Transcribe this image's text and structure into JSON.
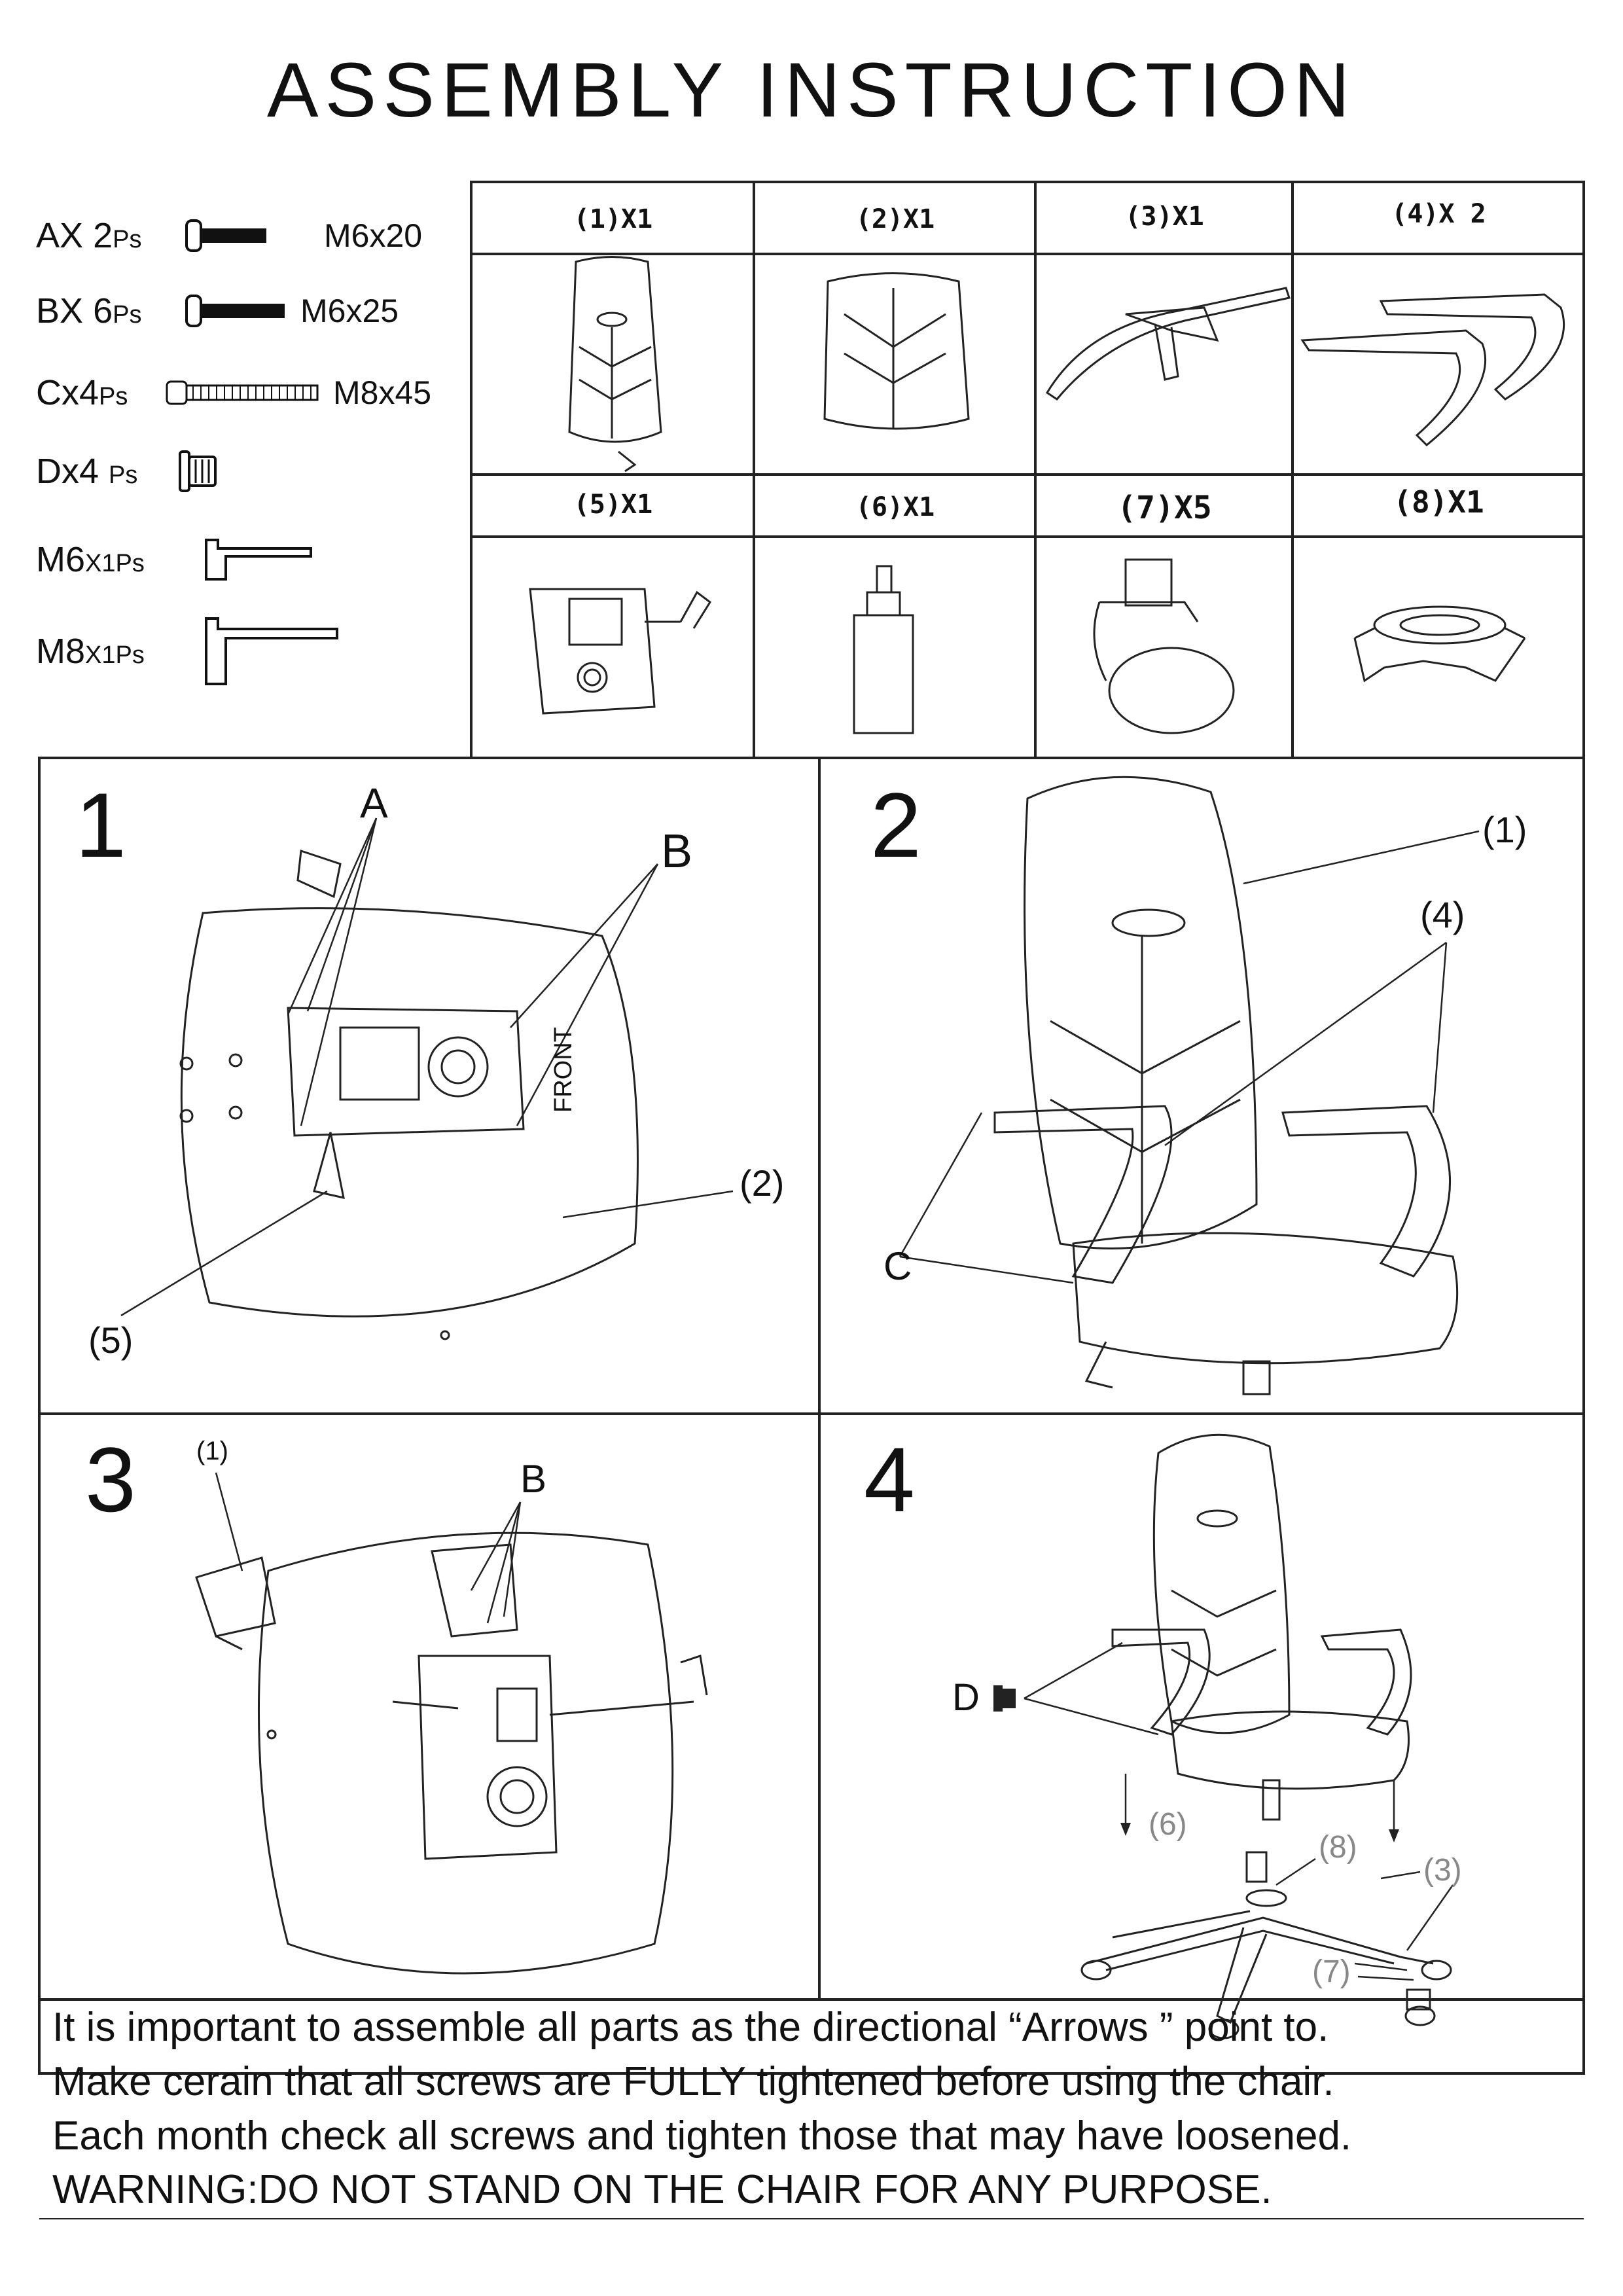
{
  "title": "ASSEMBLY    INSTRUCTION",
  "hardware": [
    {
      "letter": "AX",
      "qty": "2",
      "unit": "Ps",
      "size": "M6x20"
    },
    {
      "letter": "BX",
      "qty": "6",
      "unit": "Ps",
      "size": "M6x25"
    },
    {
      "letter": "Cx4",
      "qty": "",
      "unit": "Ps",
      "size": "M8x45"
    },
    {
      "letter": "Dx4",
      "qty": "",
      "unit": "Ps",
      "size": ""
    },
    {
      "letter": "M6",
      "qty": "X1",
      "unit": "Ps",
      "size": ""
    },
    {
      "letter": "M8",
      "qty": "X1",
      "unit": "Ps",
      "size": ""
    }
  ],
  "parts": [
    {
      "label": "(1)X1"
    },
    {
      "label": "(2)X1"
    },
    {
      "label": "(3)X1"
    },
    {
      "label": "(4)X 2"
    },
    {
      "label": "(5)X1"
    },
    {
      "label": "(6)X1"
    },
    {
      "label": "(7)X5"
    },
    {
      "label": "(8)X1"
    }
  ],
  "steps": {
    "s1": {
      "num": "1",
      "a": "A",
      "b": "B",
      "front": "FRONT",
      "p2": "(2)",
      "p5": "(5)"
    },
    "s2": {
      "num": "2",
      "p1": "(1)",
      "p4": "(4)",
      "c": "C"
    },
    "s3": {
      "num": "3",
      "p1": "(1)",
      "b": "B"
    },
    "s4": {
      "num": "4",
      "d": "D",
      "p6": "(6)",
      "p8": "(8)",
      "p3": "(3)",
      "p7": "(7)"
    }
  },
  "footer": [
    "It is important to assemble all parts as the directional “Arrows ” point to.",
    "Make cerain that all screws are FULLY  tightened before using the chair.",
    "Each month check all screws and tighten those that may have loosened.",
    "WARNING:DO NOT STAND ON THE CHAIR FOR ANY PURPOSE."
  ]
}
